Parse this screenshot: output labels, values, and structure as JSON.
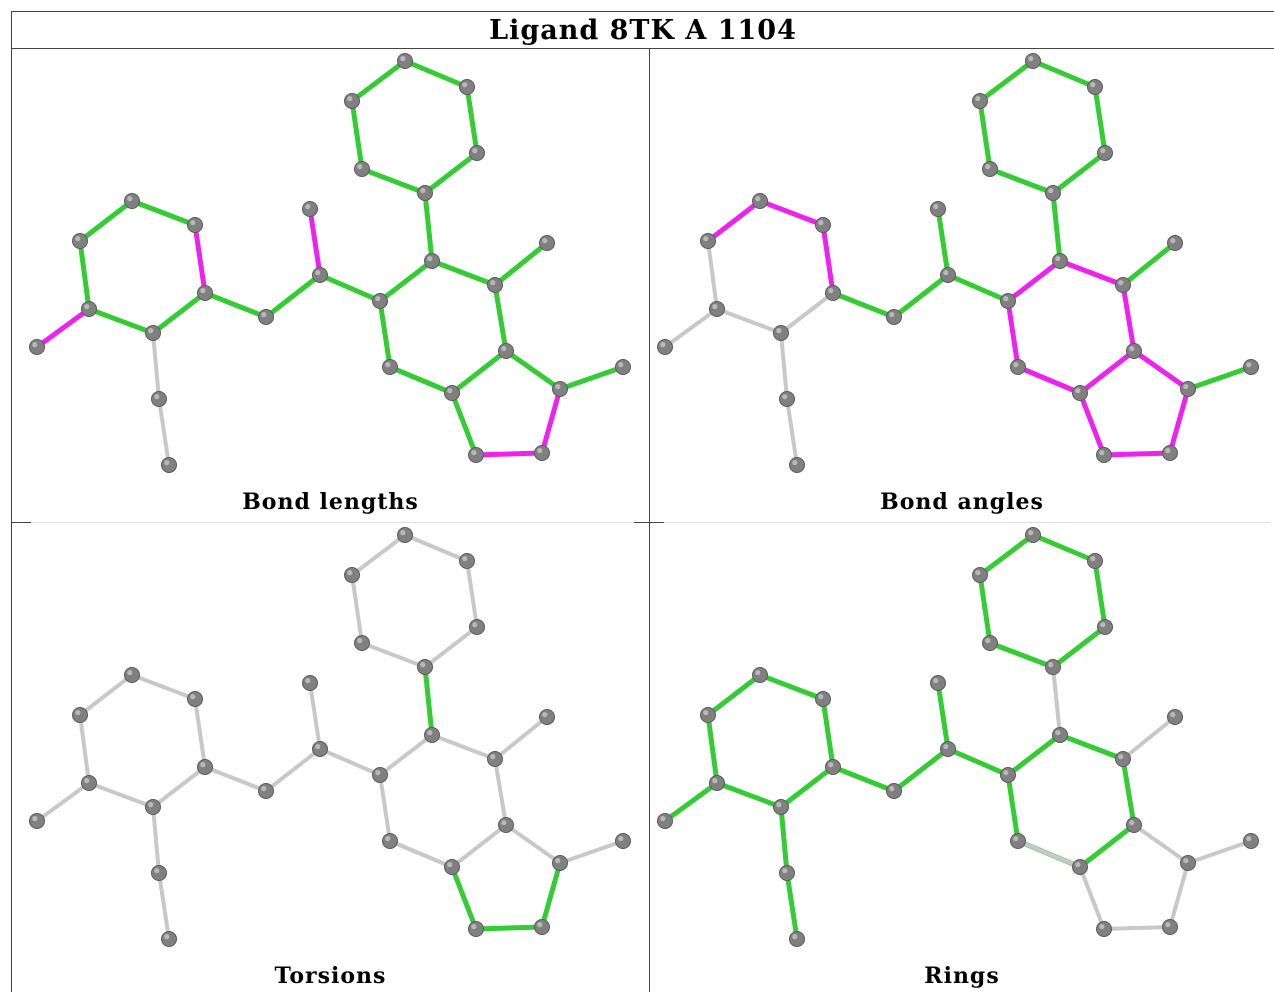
{
  "title": "Ligand 8TK A 1104",
  "colors": {
    "green": "#33cc33",
    "magenta": "#ee22ee",
    "gray_bond": "#c8c8c8",
    "atom": "#808080"
  },
  "panels": [
    {
      "id": "bond-lengths",
      "caption": "Bond lengths",
      "highlight": "magenta",
      "bond_colors": [
        "G",
        "G",
        "G",
        "G",
        "G",
        "G",
        "G",
        "G",
        "G",
        "G",
        "G",
        "G",
        "G",
        "G",
        "G",
        "G",
        "M",
        "M",
        "G",
        "G",
        "M",
        "G",
        "G",
        "G",
        "G",
        "G",
        "G",
        "G",
        "M",
        "M",
        "g",
        "g",
        "G"
      ]
    },
    {
      "id": "bond-angles",
      "caption": "Bond angles",
      "highlight": "magenta",
      "bond_colors": [
        "G",
        "G",
        "G",
        "G",
        "G",
        "G",
        "G",
        "M",
        "M",
        "M",
        "M",
        "M",
        "M",
        "G",
        "M",
        "G",
        "M",
        "M",
        "M",
        "G",
        "G",
        "G",
        "G",
        "g",
        "g",
        "g",
        "M",
        "M",
        "M",
        "g",
        "g",
        "g",
        "M"
      ]
    },
    {
      "id": "torsions",
      "caption": "Torsions",
      "highlight": "none",
      "bond_colors": [
        "g",
        "g",
        "g",
        "g",
        "g",
        "g",
        "G",
        "g",
        "g",
        "g",
        "g",
        "g",
        "g",
        "g",
        "g",
        "g",
        "G",
        "G",
        "G",
        "g",
        "g",
        "g",
        "g",
        "g",
        "g",
        "g",
        "g",
        "g",
        "g",
        "g",
        "g",
        "g",
        "g"
      ]
    },
    {
      "id": "rings",
      "caption": "Rings",
      "highlight": "none",
      "bond_colors": [
        "G",
        "G",
        "G",
        "G",
        "G",
        "G",
        "g",
        "G",
        "G",
        "G",
        "G",
        "G",
        "G",
        "g",
        "g",
        "g",
        "g",
        "g",
        "g",
        "G",
        "G",
        "G",
        "G",
        "G",
        "G",
        "G",
        "G",
        "G",
        "G",
        "G",
        "G",
        "G",
        "g"
      ]
    }
  ]
}
